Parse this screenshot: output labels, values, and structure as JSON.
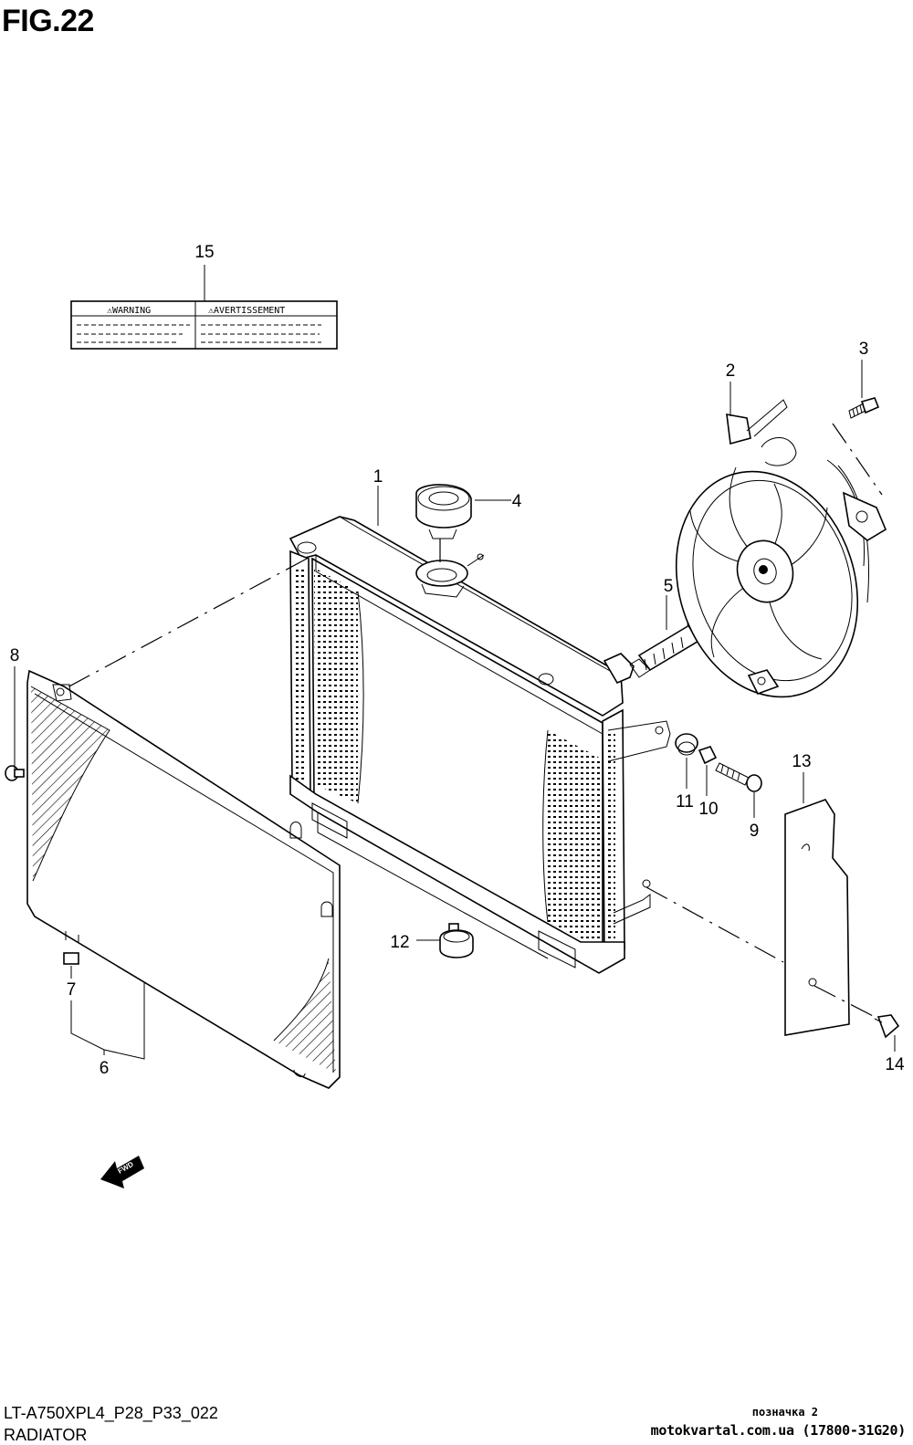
{
  "figure": {
    "title": "FIG.22",
    "model_code": "LT-A750XPL4_P28_P33_022",
    "name": "RADIATOR"
  },
  "label_15": {
    "warning": "⚠WARNING",
    "avertissement": "⚠AVERTISSEMENT"
  },
  "callouts": [
    "1",
    "2",
    "3",
    "4",
    "5",
    "6",
    "7",
    "8",
    "9",
    "10",
    "11",
    "12",
    "13",
    "14",
    "15"
  ],
  "direction_arrow": "FWD",
  "footer": {
    "mark": "позначка 2",
    "site": "motokvartal.com.ua (17800-31G20)"
  }
}
